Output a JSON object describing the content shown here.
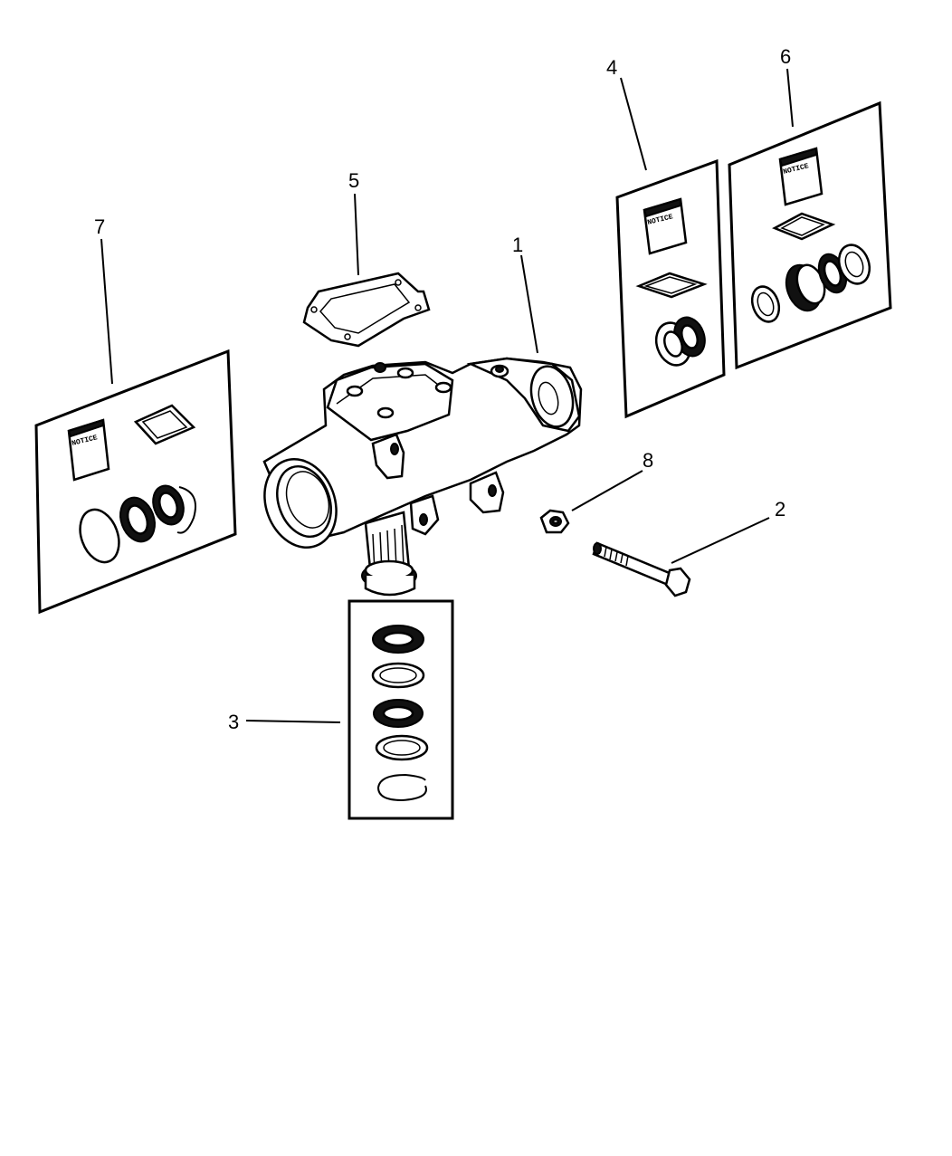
{
  "callouts": {
    "c1": "1",
    "c2": "2",
    "c3": "3",
    "c4": "4",
    "c5": "5",
    "c6": "6",
    "c7": "7",
    "c8": "8"
  },
  "kit_notice_label": "NOTICE"
}
